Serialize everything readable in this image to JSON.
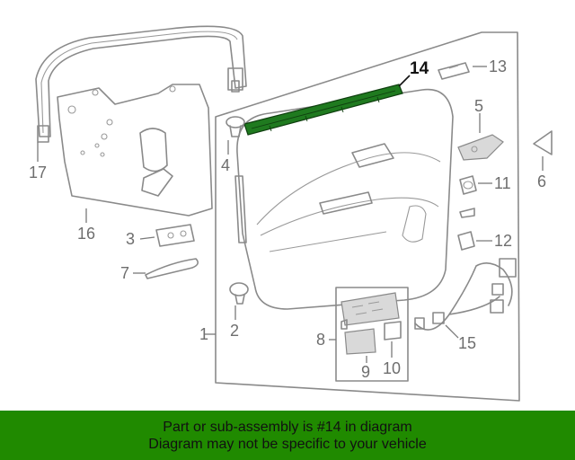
{
  "callouts": {
    "c1": "1",
    "c2": "2",
    "c3": "3",
    "c4": "4",
    "c5": "5",
    "c6": "6",
    "c7": "7",
    "c8": "8",
    "c9": "9",
    "c10": "10",
    "c11": "11",
    "c12": "12",
    "c13": "13",
    "c14": "14",
    "c15": "15",
    "c16": "16",
    "c17": "17"
  },
  "highlight_part": "14",
  "highlight_color": "#1f7a1f",
  "banner": {
    "line1": "Part or sub-assembly is #14 in diagram",
    "line2": "Diagram may not be specific to your vehicle",
    "background": "#208a00"
  }
}
